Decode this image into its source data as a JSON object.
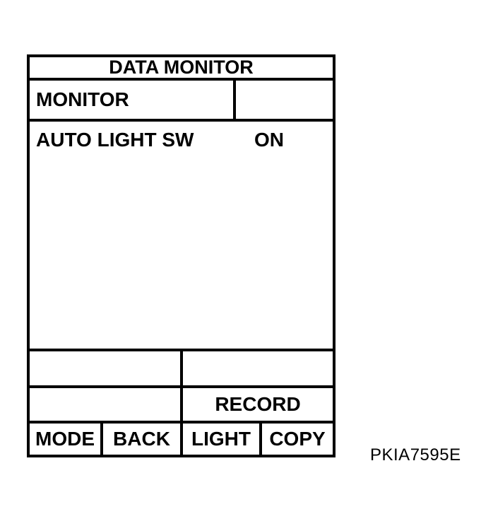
{
  "screen": {
    "title": "DATA MONITOR",
    "monitor_label": "MONITOR",
    "data_rows": [
      {
        "label": "AUTO LIGHT SW",
        "value": "ON"
      }
    ],
    "record_label": "RECORD",
    "buttons": [
      "MODE",
      "BACK",
      "LIGHT",
      "COPY"
    ],
    "colors": {
      "ink": "#000000",
      "background": "#ffffff"
    }
  },
  "figure": {
    "code": "PKIA7595E"
  }
}
